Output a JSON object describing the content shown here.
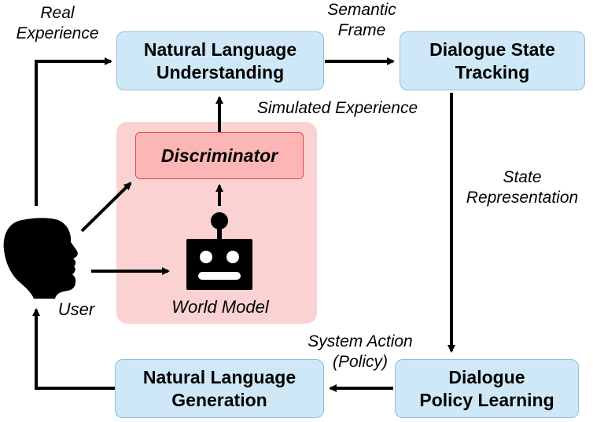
{
  "nodes": {
    "nlu": [
      "Natural Language",
      "Understanding"
    ],
    "dst": [
      "Dialogue State",
      "Tracking"
    ],
    "policy": [
      "Dialogue",
      "Policy Learning"
    ],
    "nlg": [
      "Natural Language",
      "Generation"
    ],
    "discriminator": "Discriminator",
    "world_model": "World Model",
    "user": "User"
  },
  "edge_labels": {
    "real_experience": [
      "Real",
      "Experience"
    ],
    "semantic_frame": [
      "Semantic",
      "Frame"
    ],
    "simulated_experience": "Simulated Experience",
    "state_representation": [
      "State",
      "Representation"
    ],
    "system_action": [
      "System Action",
      "(Policy)"
    ]
  },
  "colors": {
    "module_fill": "#cfe8f8",
    "module_border": "#8cbfdc",
    "world_panel_fill": "#f9d2d1",
    "discriminator_fill": "#fbb6b5",
    "discriminator_border": "#e04a4a"
  },
  "icons": {
    "user": "talking-head-icon",
    "world_model": "robot-icon"
  }
}
